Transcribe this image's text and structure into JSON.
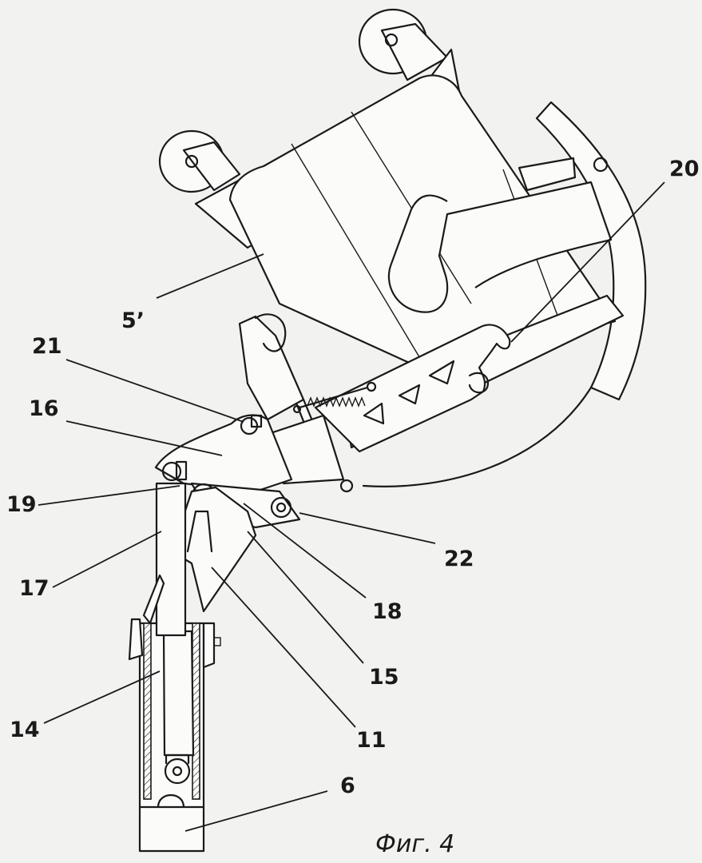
{
  "caption": "Фиг. 4",
  "labels": {
    "l20": "20",
    "l5": "5’",
    "l21": "21",
    "l16": "16",
    "l19": "19",
    "l22": "22",
    "l17": "17",
    "l18": "18",
    "l15": "15",
    "l14": "14",
    "l11": "11",
    "l6": "6"
  }
}
